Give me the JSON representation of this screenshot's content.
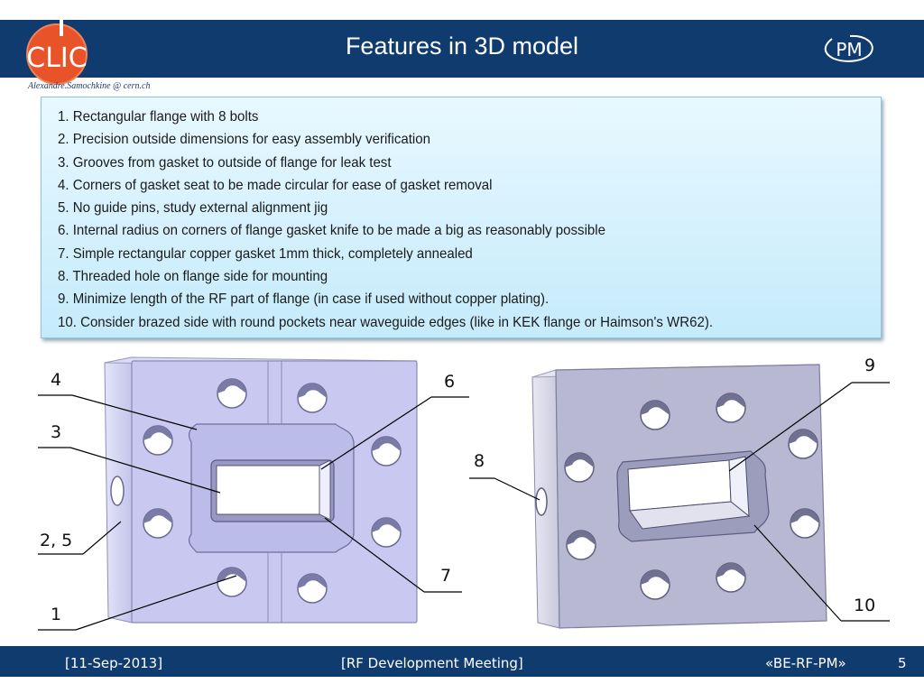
{
  "header": {
    "title": "Features in 3D model",
    "author": "Alexandre.Samochkine @ cern.ch",
    "logo_left": "CLIC",
    "logo_right": "PM"
  },
  "features": [
    "1. Rectangular flange with 8 bolts",
    "2. Precision outside dimensions for easy assembly verification",
    "3. Grooves from gasket to outside of flange for leak test",
    "4. Corners of gasket seat to be made circular for ease of gasket removal",
    "5. No guide pins, study external alignment jig",
    "6. Internal radius on corners of flange gasket knife to be made a big as reasonably possible",
    "7. Simple rectangular copper gasket 1mm thick, completely annealed",
    "8. Threaded hole on flange side for mounting",
    "9. Minimize length of the RF part of flange (in case if used without copper plating).",
    "10. Consider brazed side with round pockets near waveguide edges (like in KEK flange or Haimson's WR62)."
  ],
  "callouts": {
    "c4": "4",
    "c3": "3",
    "c25": "2, 5",
    "c1": "1",
    "c6": "6",
    "c7": "7",
    "c8": "8",
    "c9": "9",
    "c10": "10"
  },
  "footer": {
    "date": "[11-Sep-2013]",
    "meeting": "[RF Development Meeting]",
    "group": "«BE-RF-PM»",
    "page": "5"
  },
  "colors": {
    "header_bg": "#0f3b6e",
    "logo_orange": "#e8532a",
    "flange_left": "#c8c8f0",
    "flange_right": "#b8b8d2"
  }
}
